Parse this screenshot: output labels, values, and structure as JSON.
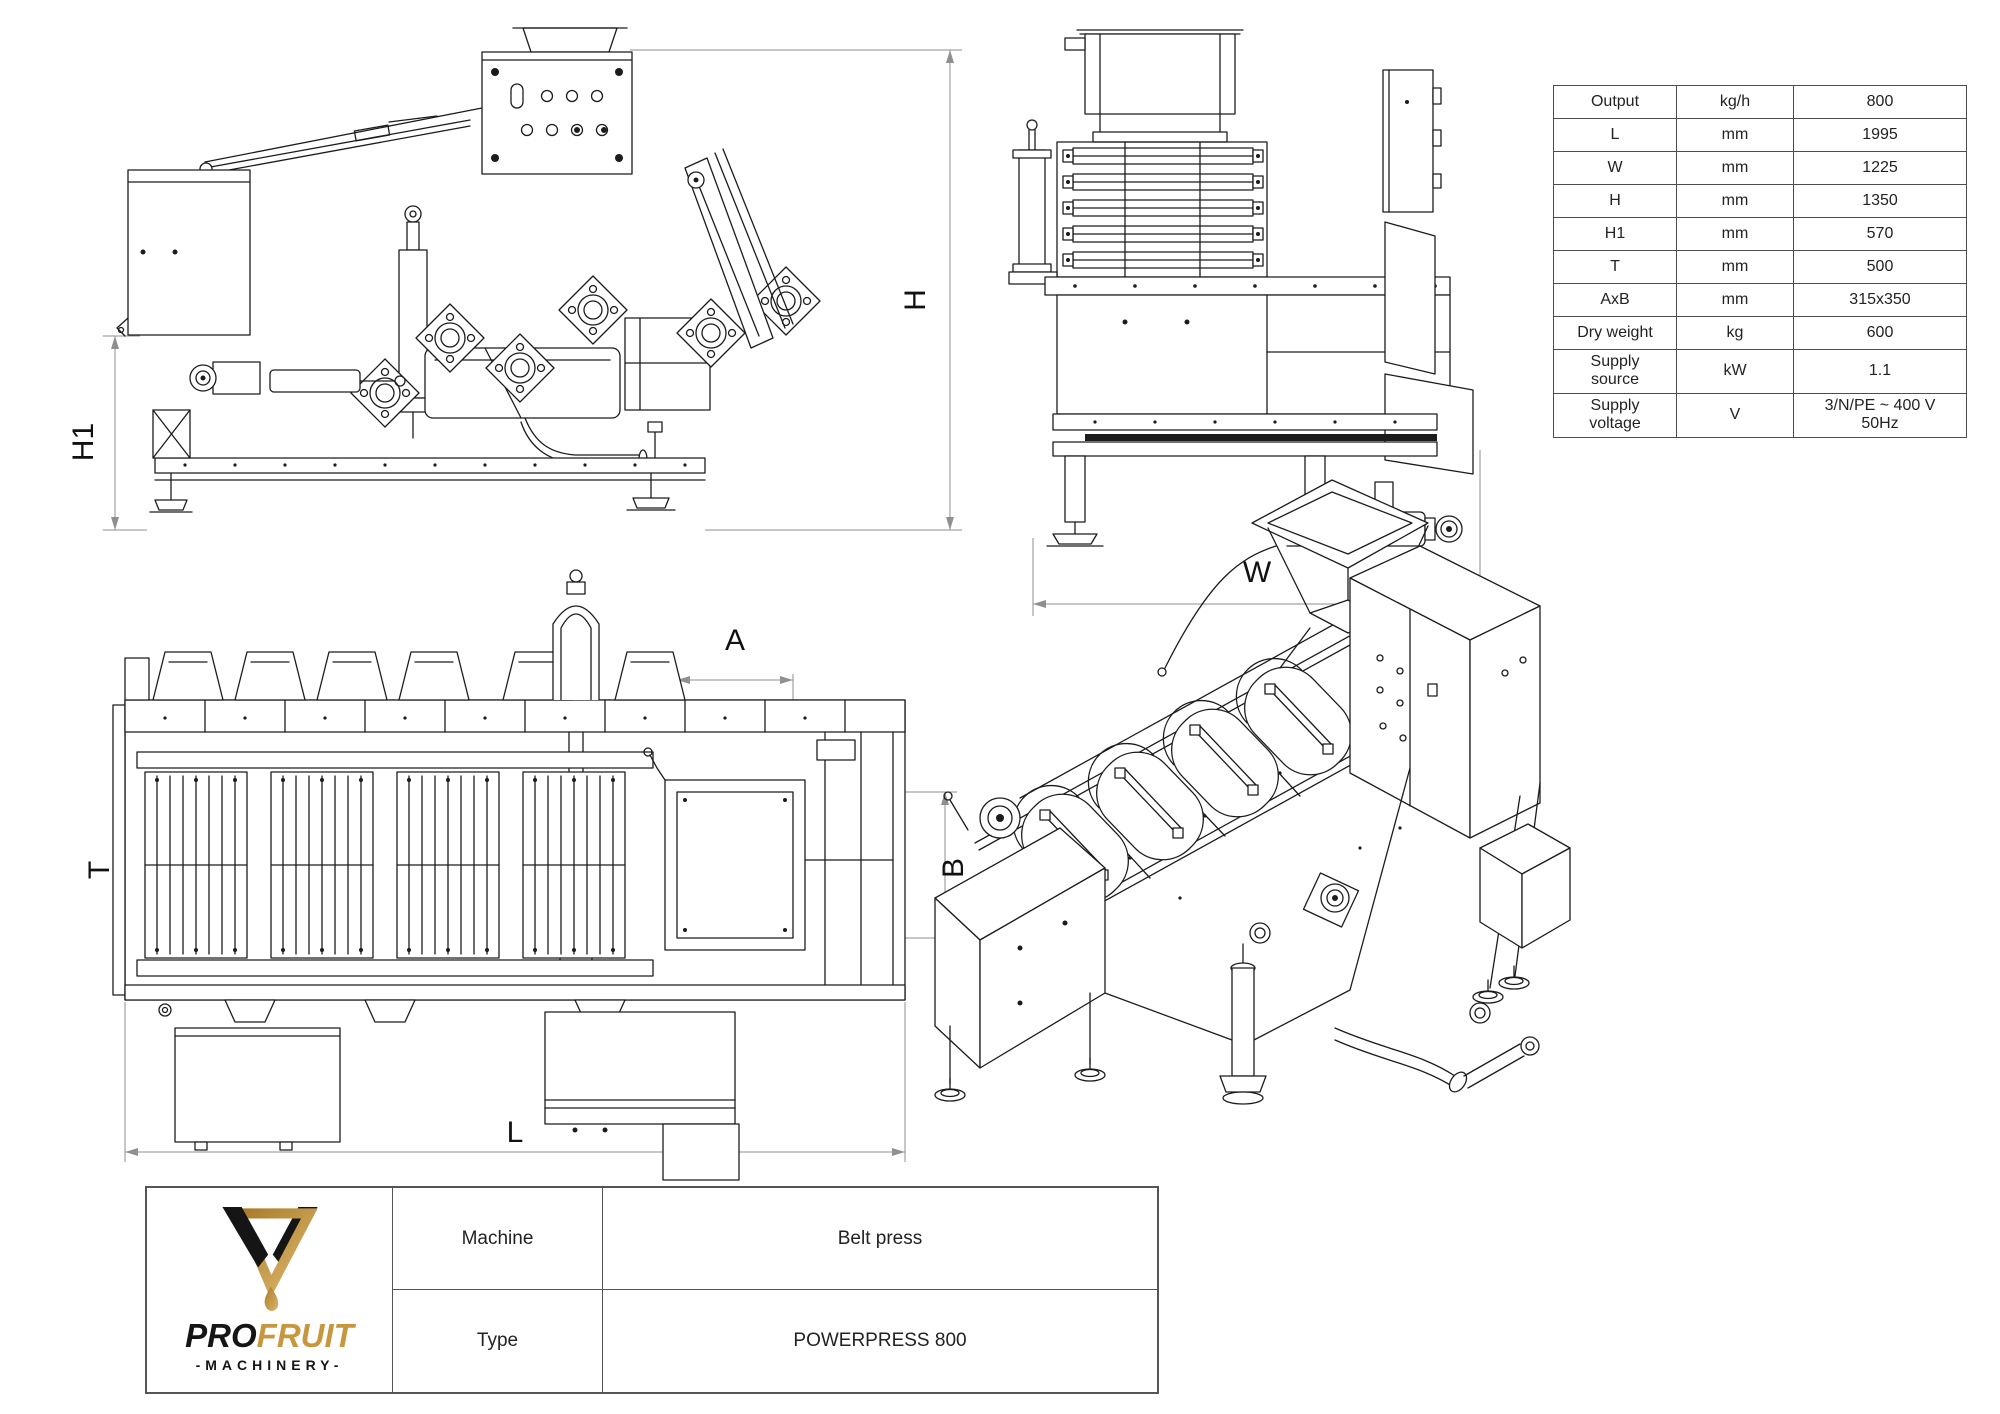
{
  "drawing": {
    "dim_labels": {
      "h": "H",
      "h1": "H1",
      "w": "W",
      "a": "A",
      "b": "B",
      "t": "T",
      "l": "L"
    }
  },
  "specs_table": {
    "rows": [
      {
        "param": "Output",
        "unit": "kg/h",
        "value": "800"
      },
      {
        "param": "L",
        "unit": "mm",
        "value": "1995"
      },
      {
        "param": "W",
        "unit": "mm",
        "value": "1225"
      },
      {
        "param": "H",
        "unit": "mm",
        "value": "1350"
      },
      {
        "param": "H1",
        "unit": "mm",
        "value": "570"
      },
      {
        "param": "T",
        "unit": "mm",
        "value": "500"
      },
      {
        "param": "AxB",
        "unit": "mm",
        "value": "315x350"
      },
      {
        "param": "Dry weight",
        "unit": "kg",
        "value": "600"
      },
      {
        "param": "Supply\nsource",
        "unit": "kW",
        "value": "1.1"
      },
      {
        "param": "Supply\nvoltage",
        "unit": "V",
        "value": "3/N/PE ~ 400 V\n50Hz"
      }
    ]
  },
  "title_block": {
    "machine_label": "Machine",
    "machine_value": "Belt press",
    "type_label": "Type",
    "type_value": "POWERPRESS 800"
  },
  "logo": {
    "pro": "PRO",
    "fruit": "FRUIT",
    "sub": "-MACHINERY-",
    "gold": "#c6973e",
    "black": "#151515"
  },
  "colors": {
    "drawing_line": "#1c1c1c",
    "dimension_line": "#8f8f8f",
    "table_border": "#4d4d4d"
  }
}
